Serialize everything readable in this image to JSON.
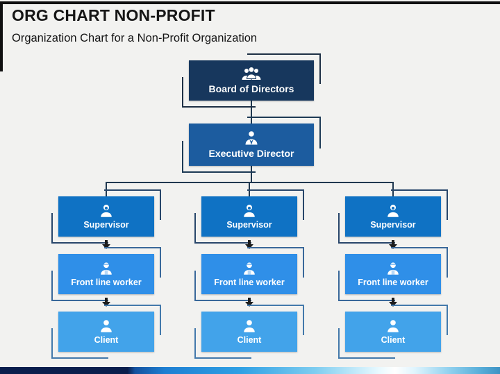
{
  "slide": {
    "title": "ORG CHART NON-PROFIT",
    "subtitle": "Organization Chart for a Non-Profit Organization"
  },
  "org_chart": {
    "board": {
      "label": "Board of Directors",
      "icon": "people-group-icon",
      "color": "#17375d"
    },
    "executive": {
      "label": "Executive Director",
      "icon": "person-tie-icon",
      "color": "#1c5c9f"
    },
    "columns": [
      {
        "supervisor": {
          "label": "Supervisor",
          "icon": "person-bust-icon",
          "color": "#0f72c4"
        },
        "worker": {
          "label": "Front line worker",
          "icon": "person-worker-icon",
          "color": "#2f8fe8"
        },
        "client": {
          "label": "Client",
          "icon": "person-bust-icon",
          "color": "#42a3ea"
        }
      },
      {
        "supervisor": {
          "label": "Supervisor",
          "icon": "person-bust-icon",
          "color": "#0f72c4"
        },
        "worker": {
          "label": "Front line worker",
          "icon": "person-worker-icon",
          "color": "#2f8fe8"
        },
        "client": {
          "label": "Client",
          "icon": "person-bust-icon",
          "color": "#42a3ea"
        }
      },
      {
        "supervisor": {
          "label": "Supervisor",
          "icon": "person-bust-icon",
          "color": "#0f72c4"
        },
        "worker": {
          "label": "Front line worker",
          "icon": "person-worker-icon",
          "color": "#2f8fe8"
        },
        "client": {
          "label": "Client",
          "icon": "person-bust-icon",
          "color": "#42a3ea"
        }
      }
    ]
  },
  "colors": {
    "background": "#f2f2f0",
    "edge_bars": "#101010",
    "connector": "#203850",
    "arrow": "#1c1c1c",
    "footer_gradient": [
      "#0a1e4c",
      "#1e7fd2",
      "#2fa0e4",
      "#ffffff",
      "#58aed9",
      "#3e93c4"
    ]
  }
}
